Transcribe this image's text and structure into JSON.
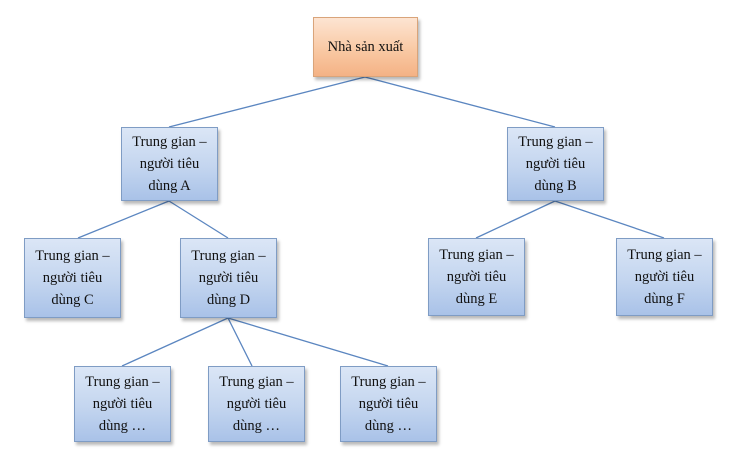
{
  "diagram": {
    "nodes": [
      {
        "id": "root",
        "label": "Nhà sản xuất"
      },
      {
        "id": "a",
        "label": "Trung gian –\nngười tiêu\ndùng A"
      },
      {
        "id": "b",
        "label": "Trung gian –\nngười tiêu\ndùng B"
      },
      {
        "id": "c",
        "label": "Trung gian –\nngười tiêu\ndùng C"
      },
      {
        "id": "d",
        "label": "Trung gian –\nngười tiêu\ndùng D"
      },
      {
        "id": "e",
        "label": "Trung gian –\nngười tiêu\ndùng E"
      },
      {
        "id": "f",
        "label": "Trung gian –\nngười tiêu\ndùng F"
      },
      {
        "id": "g1",
        "label": "Trung gian –\nngười tiêu\ndùng …"
      },
      {
        "id": "g2",
        "label": "Trung gian –\nngười tiêu\ndùng …"
      },
      {
        "id": "g3",
        "label": "Trung gian –\nngười tiêu\ndùng …"
      }
    ],
    "edges": [
      {
        "from": "root",
        "to": "a"
      },
      {
        "from": "root",
        "to": "b"
      },
      {
        "from": "a",
        "to": "c"
      },
      {
        "from": "a",
        "to": "d"
      },
      {
        "from": "b",
        "to": "e"
      },
      {
        "from": "b",
        "to": "f"
      },
      {
        "from": "d",
        "to": "g1"
      },
      {
        "from": "d",
        "to": "g2"
      },
      {
        "from": "d",
        "to": "g3"
      }
    ],
    "colors": {
      "root_fill": "#f9c9a4",
      "node_fill": "#c3d5ef",
      "edge": "#5b86c0"
    }
  }
}
